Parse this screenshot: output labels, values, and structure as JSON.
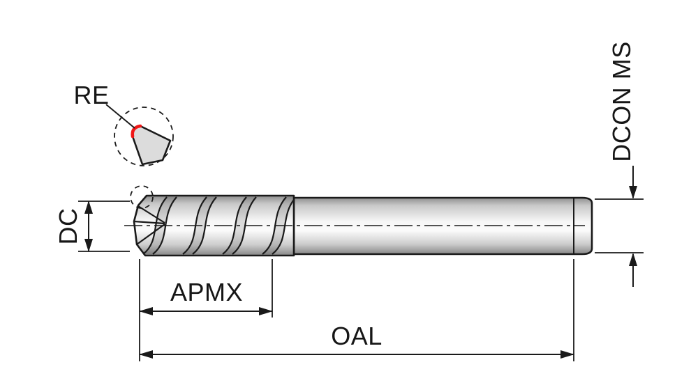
{
  "diagram": {
    "type": "technical-dimension-drawing",
    "subject": "end-mill-cutting-tool",
    "labels": {
      "corner_radius": "RE",
      "cutting_diameter": "DC",
      "depth_of_cut": "APMX",
      "overall_length": "OAL",
      "shank_diameter": "DCON MS"
    },
    "colors": {
      "accent": "#f01616",
      "line": "#1a1a1a",
      "metal_light": "#f6f6f6",
      "metal_dark": "#8e8e8e"
    }
  }
}
